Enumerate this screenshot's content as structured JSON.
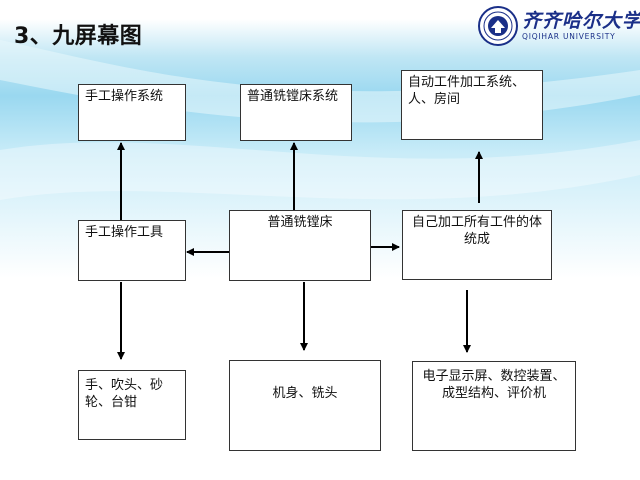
{
  "slide": {
    "title": "3、九屏幕图"
  },
  "logo": {
    "name": "齐齐哈尔大学",
    "subtitle": "QIQIHAR UNIVERSITY"
  },
  "diagram": {
    "nodes": {
      "top_left": "手工操作系统",
      "top_mid": "普通铣镗床系统",
      "top_right": "自动工件加工系统、人、房间",
      "mid_left": "手工操作工具",
      "center": "普通铣镗床",
      "mid_right": "自己加工所有工件的体统成",
      "bot_left": "手、吹头、砂轮、台钳",
      "bot_mid": "机身、铣头",
      "bot_right": "电子显示屏、数控装置、成型结构、评价机"
    },
    "edges": [
      {
        "from": "mid_left",
        "to": "top_left"
      },
      {
        "from": "center",
        "to": "top_mid"
      },
      {
        "from": "mid_right",
        "to": "top_right"
      },
      {
        "from": "mid_left",
        "to": "bot_left"
      },
      {
        "from": "center",
        "to": "bot_mid"
      },
      {
        "from": "mid_right",
        "to": "bot_right"
      },
      {
        "from": "center",
        "to": "mid_left"
      },
      {
        "from": "center",
        "to": "mid_right"
      }
    ]
  }
}
